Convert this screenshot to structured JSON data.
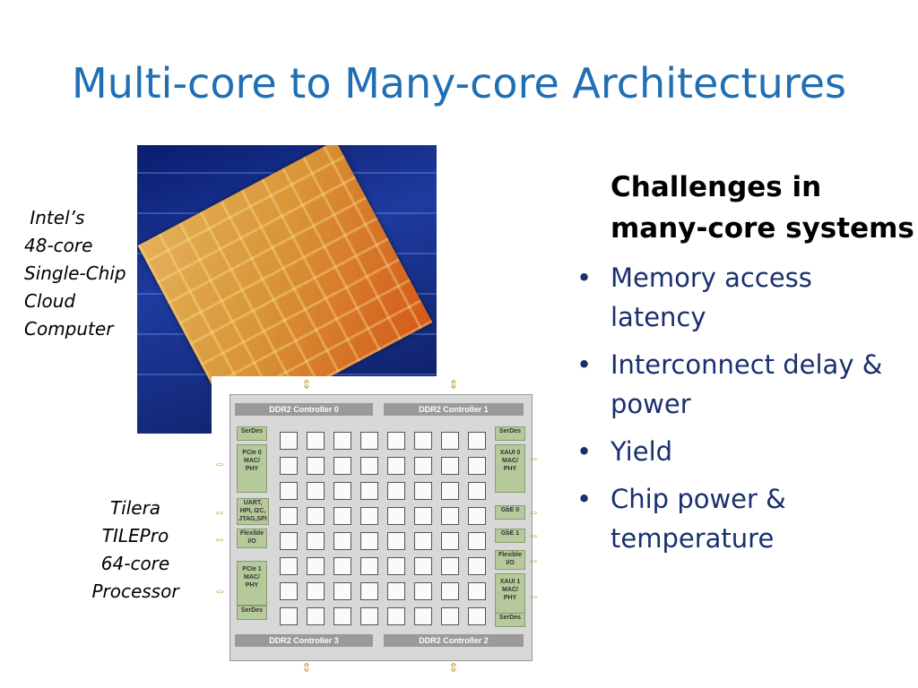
{
  "slide": {
    "title": "Multi-core to Many-core Architectures",
    "intel_caption": " Intel’s\n48-core\nSingle-Chip\nCloud\nComputer",
    "tilera_caption": "Tilera\nTILEPro\n64-core\nProcessor",
    "heading": "Challenges in\nmany-core systems",
    "bullets": [
      {
        "text": "Memory access\nlatency"
      },
      {
        "text": "Interconnect delay &\npower"
      },
      {
        "text": "Yield"
      },
      {
        "text": "Chip power &\ntemperature"
      }
    ]
  },
  "diagram": {
    "ctrl0": "DDR2 Controller 0",
    "ctrl1": "DDR2 Controller 1",
    "ctrl2": "DDR2 Controller 2",
    "ctrl3": "DDR2 Controller 3",
    "left": [
      "SerDes",
      "PCIe 0\nMAC/\nPHY",
      "UART,\nHPI, I2C,\nJTAG,SPI",
      "Flexible\nI/O",
      "PCIe 1\nMAC/\nPHY",
      "SerDes"
    ],
    "right": [
      "SerDes",
      "XAUI 0\nMAC/\nPHY",
      "GbE 0",
      "GbE 1",
      "Flexible\nI/O",
      "XAUI 1\nMAC/\nPHY",
      "SerDes"
    ]
  },
  "colors": {
    "title": "#1f6fb5",
    "bullet_text": "#1a2f6e"
  }
}
